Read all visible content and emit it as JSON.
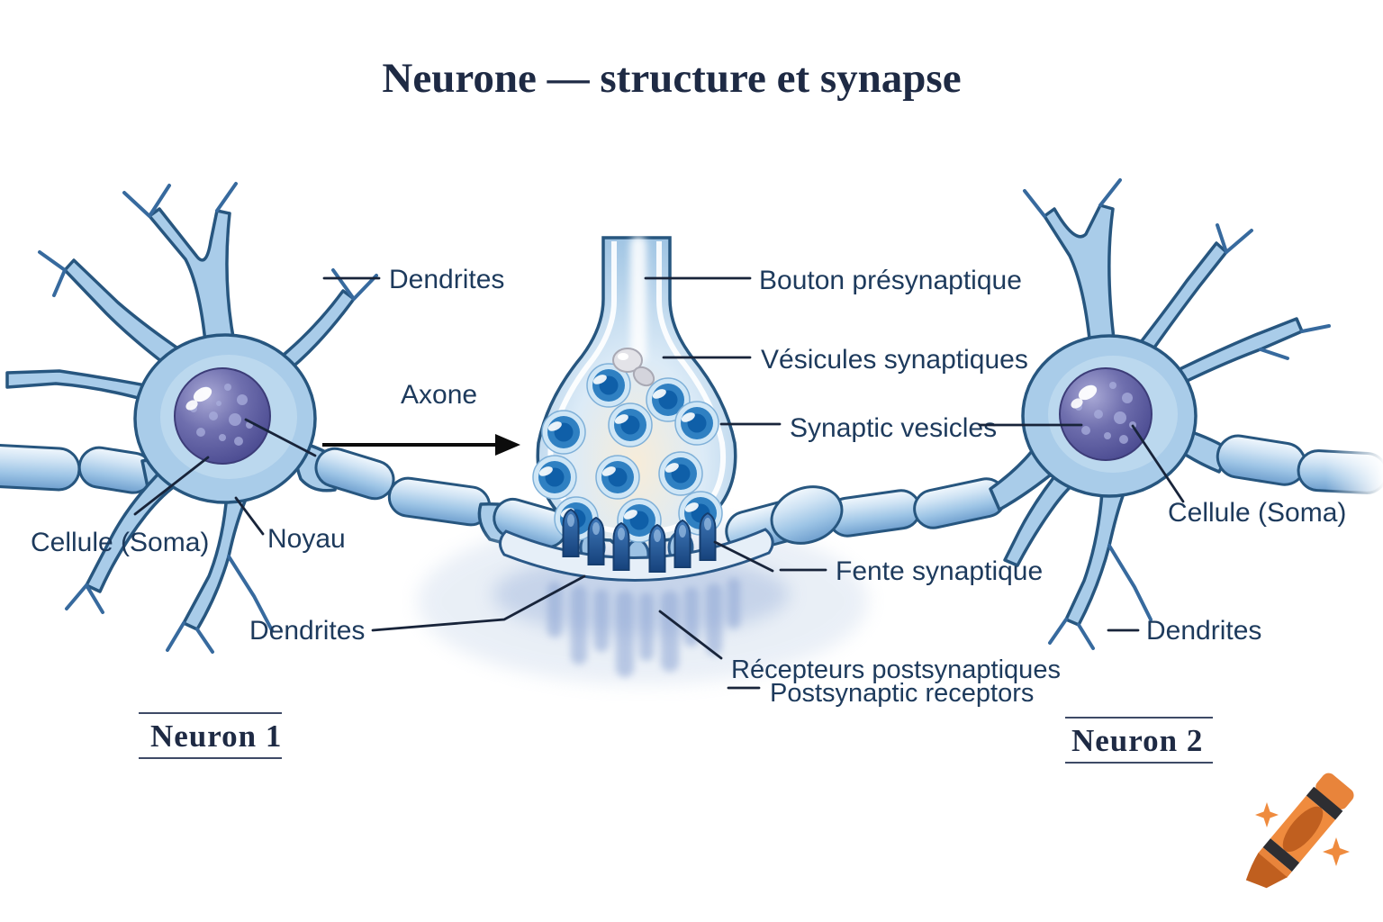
{
  "title": "Neurone — structure et synapse",
  "labels": {
    "dendrites_left": "Dendrites",
    "axone": "Axone",
    "cellule_soma_left": "Cellule (Soma)",
    "noyau": "Noyau",
    "dendrites_bottom_left": "Dendrites",
    "bouton_presynaptique": "Bouton présynaptique",
    "vesicules_synaptiques": "Vésicules synaptiques",
    "synaptic_vesicles": "Synaptic vesicles",
    "fente_synaptique": "Fente synaptique",
    "recepteurs_postsynaptiques": "Récepteurs postsynaptiques",
    "postsynaptic_receptors": "Postsynaptic receptors",
    "cellule_soma_right": "Cellule (Soma)",
    "dendrites_right": "Dendrites",
    "neuron1": "Neuron 1",
    "neuron2": "Neuron 2"
  },
  "watermark": {
    "icon": "crayon-icon",
    "color": "#e8843b"
  },
  "colors": {
    "label_text": "#1d3a5c",
    "title_text": "#1e2a44",
    "neuron_body": "#a9cce9",
    "neuron_outline": "#27567f",
    "nucleus": "#5a5aa0",
    "vesicle_ring": "#2f80c2",
    "vesicle_core": "#0f5fa8",
    "bouton_glow": "#f7ecd9",
    "receptor_spike": "#1c4679",
    "crayon_orange": "#e8843b"
  }
}
